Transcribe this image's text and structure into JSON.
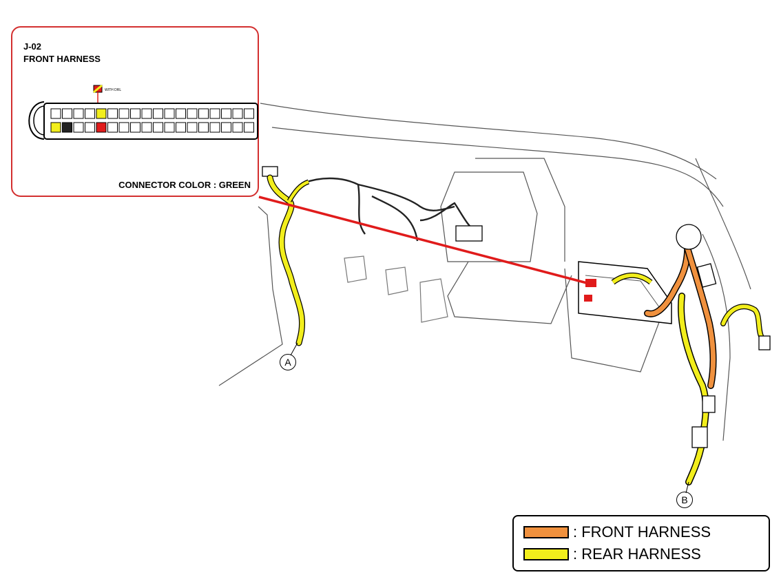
{
  "callout": {
    "code": "J-02",
    "title": "FRONT HARNESS",
    "flag_label": "WITH DRL",
    "connector_color_text": "CONNECTOR COLOR : GREEN"
  },
  "markers": {
    "a": "A",
    "b": "B"
  },
  "legend": {
    "items": [
      {
        "label": ": FRONT HARNESS",
        "color": "#f0913e"
      },
      {
        "label": ": REAR HARNESS",
        "color": "#f2ee1c"
      }
    ]
  },
  "colors": {
    "leader_line": "#e01b1b",
    "highlight": "#e01b1b",
    "front_harness": "#f0913e",
    "rear_harness": "#f2ee1c",
    "outline": "#000000"
  }
}
